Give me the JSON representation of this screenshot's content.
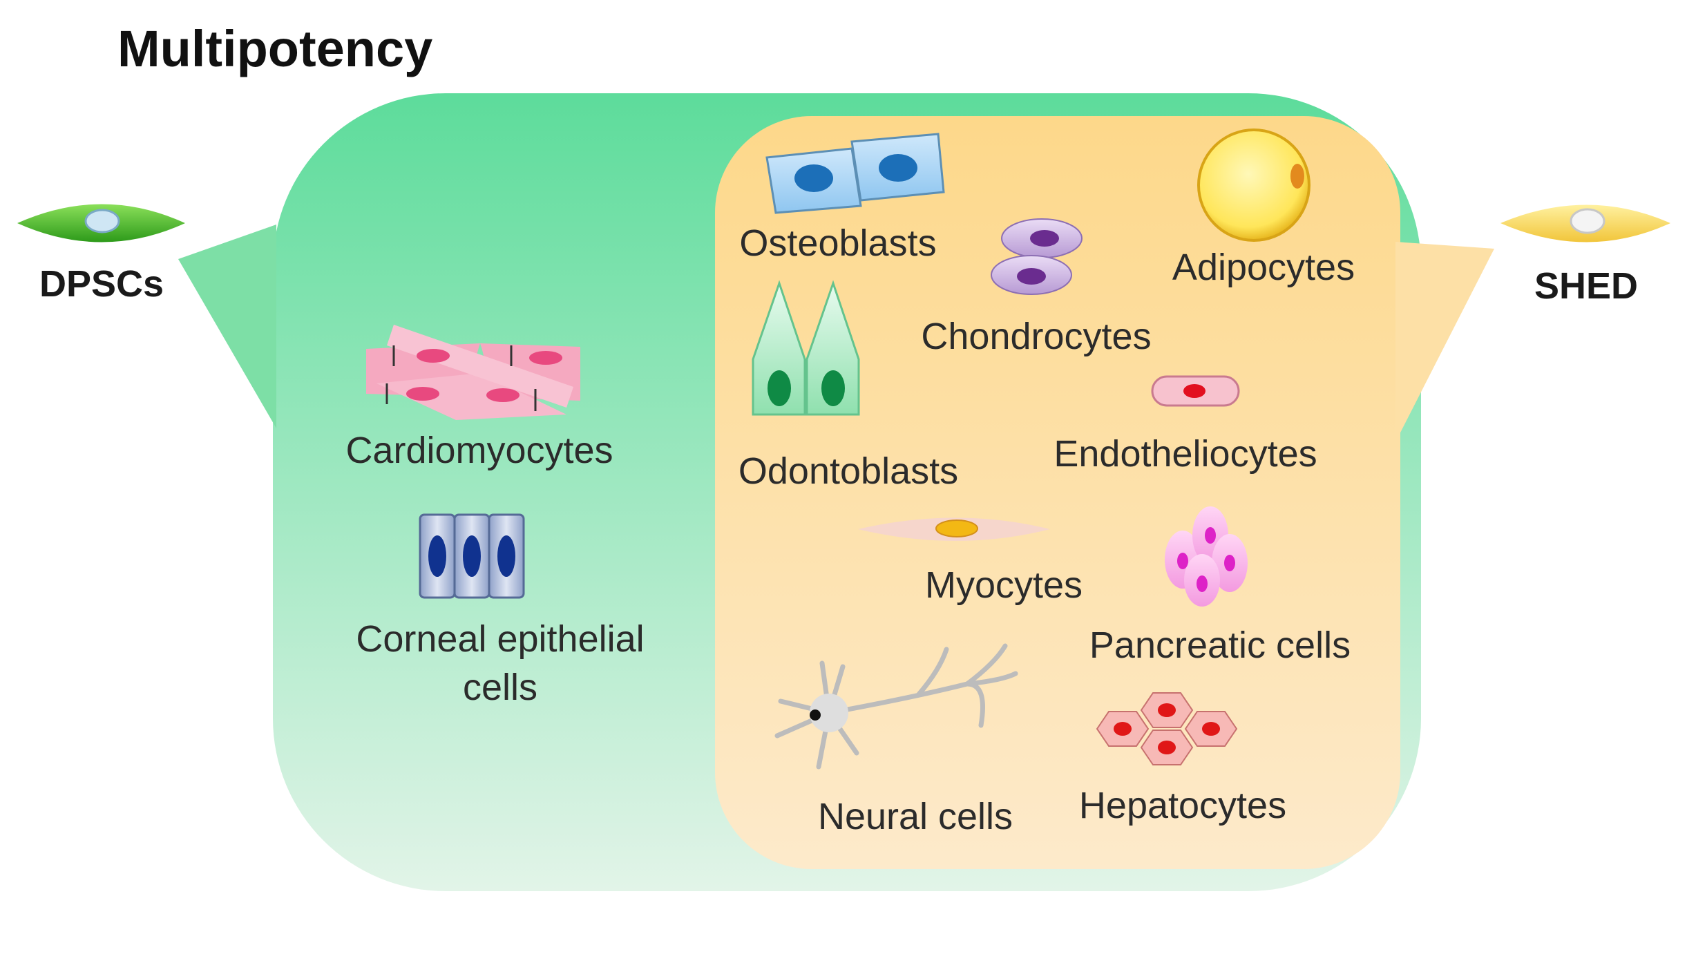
{
  "title": "Multipotency",
  "sources": {
    "left": "DPSCs",
    "right": "SHED"
  },
  "dpsc_only": {
    "cardiomyocytes": "Cardiomyocytes",
    "corneal_line1": "Corneal epithelial",
    "corneal_line2": "cells"
  },
  "shared": {
    "osteoblasts": "Osteoblasts",
    "chondrocytes": "Chondrocytes",
    "adipocytes": "Adipocytes",
    "odontoblasts": "Odontoblasts",
    "endotheliocytes": "Endotheliocytes",
    "myocytes": "Myocytes",
    "pancreatic": "Pancreatic cells",
    "neural": "Neural cells",
    "hepatocytes": "Hepatocytes"
  },
  "colors": {
    "dpsc_region_top": "#5ddc9b",
    "dpsc_region_bottom": "#dff3e6",
    "shed_region_top": "#fdd98a",
    "shed_region_bottom": "#fde9c6"
  }
}
